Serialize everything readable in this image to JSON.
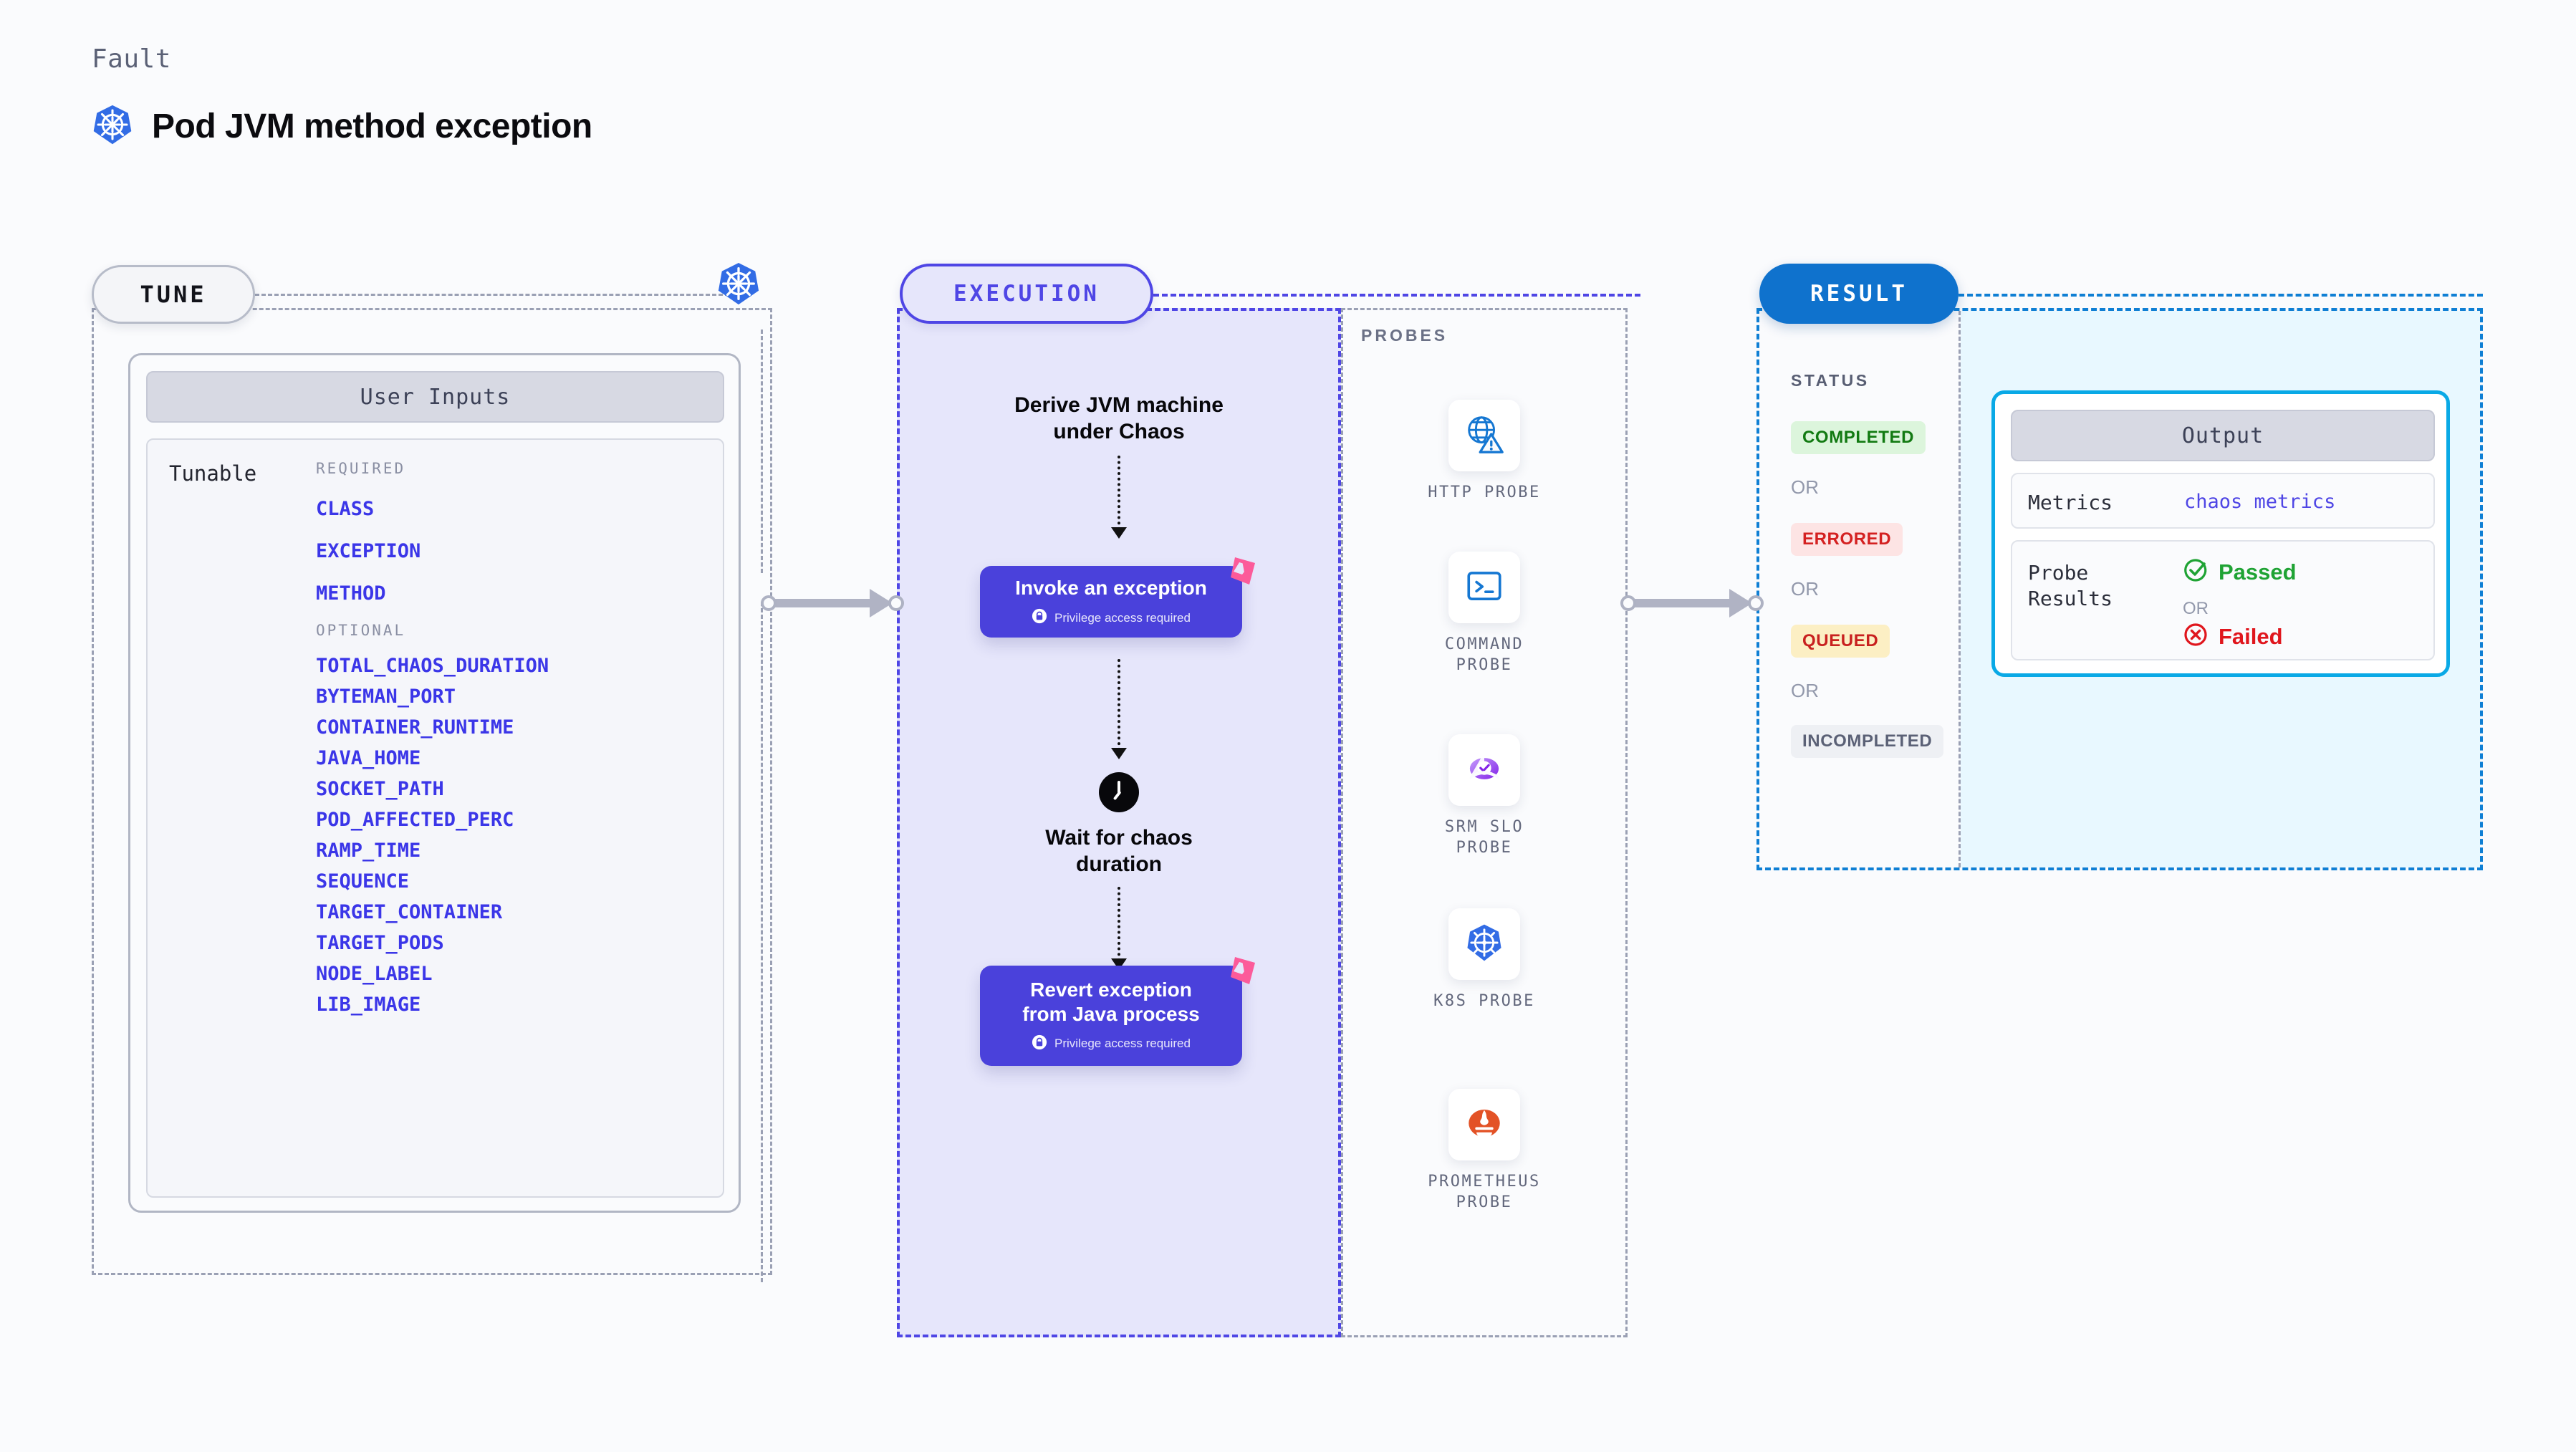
{
  "header": {
    "eyebrow": "Fault",
    "title": "Pod JVM method exception",
    "icon": "kubernetes-icon"
  },
  "stages": {
    "tune": {
      "pill_label": "TUNE",
      "badge_icon": "kubernetes-icon",
      "card_title": "User Inputs",
      "tunable_label": "Tunable",
      "groups": [
        {
          "heading": "REQUIRED",
          "params": [
            "CLASS",
            "EXCEPTION",
            "METHOD"
          ]
        },
        {
          "heading": "OPTIONAL",
          "params": [
            "TOTAL_CHAOS_DURATION",
            "BYTEMAN_PORT",
            "CONTAINER_RUNTIME",
            "JAVA_HOME",
            "SOCKET_PATH",
            "POD_AFFECTED_PERC",
            "RAMP_TIME",
            "SEQUENCE",
            "TARGET_CONTAINER",
            "TARGET_PODS",
            "NODE_LABEL",
            "LIB_IMAGE"
          ]
        }
      ]
    },
    "execution": {
      "pill_label": "EXECUTION",
      "step_title": "Derive JVM machine\nunder Chaos",
      "step_title_line1": "Derive JVM machine",
      "step_title_line2": "under Chaos",
      "card1": {
        "title": "Invoke an exception",
        "privilege_note": "Privilege access required",
        "badge_icon": "chaos-flag-icon",
        "lock_icon": "lock-icon"
      },
      "wait": {
        "icon": "clock-icon",
        "label_line1": "Wait for chaos",
        "label_line2": "duration"
      },
      "card2": {
        "title_line1": "Revert exception",
        "title_line2": "from Java process",
        "privilege_note": "Privilege access required",
        "badge_icon": "chaos-flag-icon",
        "lock_icon": "lock-icon"
      }
    },
    "probes": {
      "label": "PROBES",
      "items": [
        {
          "name_line1": "HTTP  PROBE",
          "name_line2": "",
          "icon": "globe-warning-icon"
        },
        {
          "name_line1": "COMMAND",
          "name_line2": "PROBE",
          "icon": "terminal-icon"
        },
        {
          "name_line1": "SRM  SLO",
          "name_line2": "PROBE",
          "icon": "srm-slo-icon"
        },
        {
          "name_line1": "K8S  PROBE",
          "name_line2": "",
          "icon": "kubernetes-icon"
        },
        {
          "name_line1": "PROMETHEUS",
          "name_line2": "PROBE",
          "icon": "prometheus-icon"
        }
      ]
    },
    "result": {
      "pill_label": "RESULT",
      "status_label": "STATUS",
      "or_label": "OR",
      "statuses": [
        {
          "label": "COMPLETED",
          "bg": "#dcf5dc",
          "fg": "#127a12"
        },
        {
          "label": "ERRORED",
          "bg": "#fde4e4",
          "fg": "#d42121"
        },
        {
          "label": "QUEUED",
          "bg": "#fcefc4",
          "fg": "#c8201f"
        },
        {
          "label": "INCOMPLETED",
          "bg": "#eef0f4",
          "fg": "#5b6176"
        }
      ],
      "output": {
        "card_title": "Output",
        "metrics_label": "Metrics",
        "metrics_value": "chaos metrics",
        "probe_results_label_line1": "Probe",
        "probe_results_label_line2": "Results",
        "passed_label": "Passed",
        "failed_label": "Failed",
        "or_label": "OR",
        "passed_icon": "check-circle-icon",
        "failed_icon": "x-circle-icon"
      }
    }
  },
  "colors": {
    "background": "#fafbfd",
    "tune_accent": "#9aa0b4",
    "execution_accent": "#4f46e5",
    "execution_fill": "#e6e6fb",
    "execution_card": "#4a41db",
    "result_accent": "#0f7fd4",
    "result_pill": "#0f72cd",
    "output_border": "#09a9e6",
    "output_fill": "#e8f8ff",
    "param_text": "#3b36e8",
    "chaos_flag": "#fc5b9a",
    "passed": "#1fa334",
    "failed": "#e0161d",
    "k8s_blue": "#326ce5",
    "prometheus_orange": "#e35226"
  }
}
